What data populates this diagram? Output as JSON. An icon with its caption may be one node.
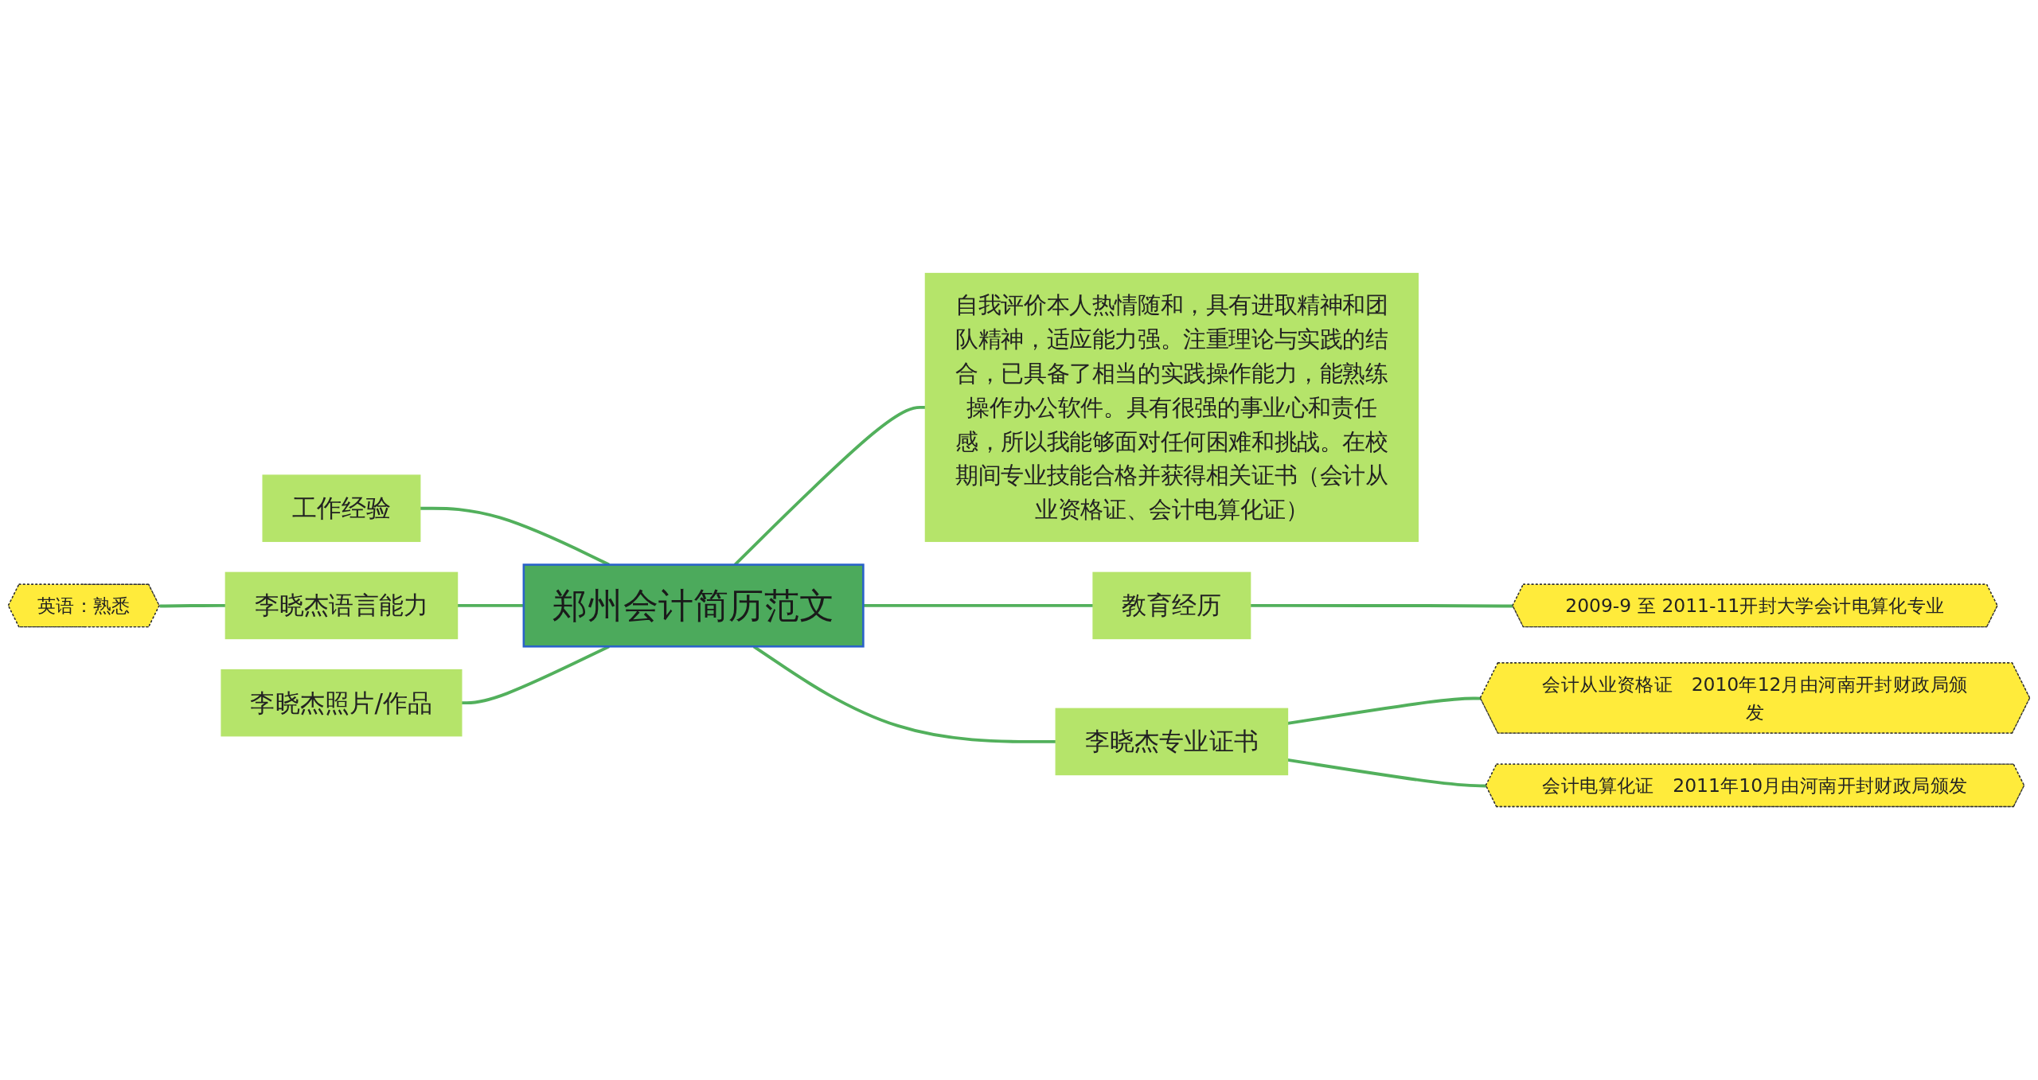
{
  "diagram": {
    "nodes": [
      {
        "text": [
          "郑州会计简历范文"
        ]
      },
      {
        "text": [
          "工作经验"
        ]
      },
      {
        "text": [
          "李晓杰语言能力"
        ]
      },
      {
        "text": [
          "英语：熟悉"
        ]
      },
      {
        "text": [
          "李晓杰照片/作品"
        ]
      },
      {
        "text": [
          "自我评价本人热情随和，具有进取精神和团队精神，适应能力强。注重理论与实践的结合，已具备了相当的实践操作能力，能熟练操作办公软件。具有很强的事业心和责任感，所以我能够面对任何困难和挑战。在校期间专业技能合格并获得相关证书（会计从业资格证、会计电算化证）"
        ]
      },
      {
        "text": [
          "教育经历"
        ]
      },
      {
        "text": [
          "2009-9 至 2011-11开封大学会计电算化专业"
        ]
      },
      {
        "text": [
          "李晓杰专业证书"
        ]
      },
      {
        "text": [
          "会计从业资格证　2010年12月由河南开封财政局颁发"
        ]
      },
      {
        "text": [
          "会计电算化证　2011年10月由河南开封财政局颁发"
        ]
      }
    ],
    "edges": [
      {
        "from": 0,
        "to": 1,
        "arrow": "none"
      },
      {
        "from": 0,
        "to": 2,
        "arrow": "none"
      },
      {
        "from": 2,
        "to": 3,
        "arrow": "none"
      },
      {
        "from": 0,
        "to": 4,
        "arrow": "none"
      },
      {
        "from": 0,
        "to": 5,
        "arrow": "none"
      },
      {
        "from": 0,
        "to": 6,
        "arrow": "none"
      },
      {
        "from": 6,
        "to": 7,
        "arrow": "none"
      },
      {
        "from": 0,
        "to": 8,
        "arrow": "none"
      },
      {
        "from": 8,
        "to": 9,
        "arrow": "none"
      },
      {
        "from": 8,
        "to": 10,
        "arrow": "none"
      }
    ]
  }
}
